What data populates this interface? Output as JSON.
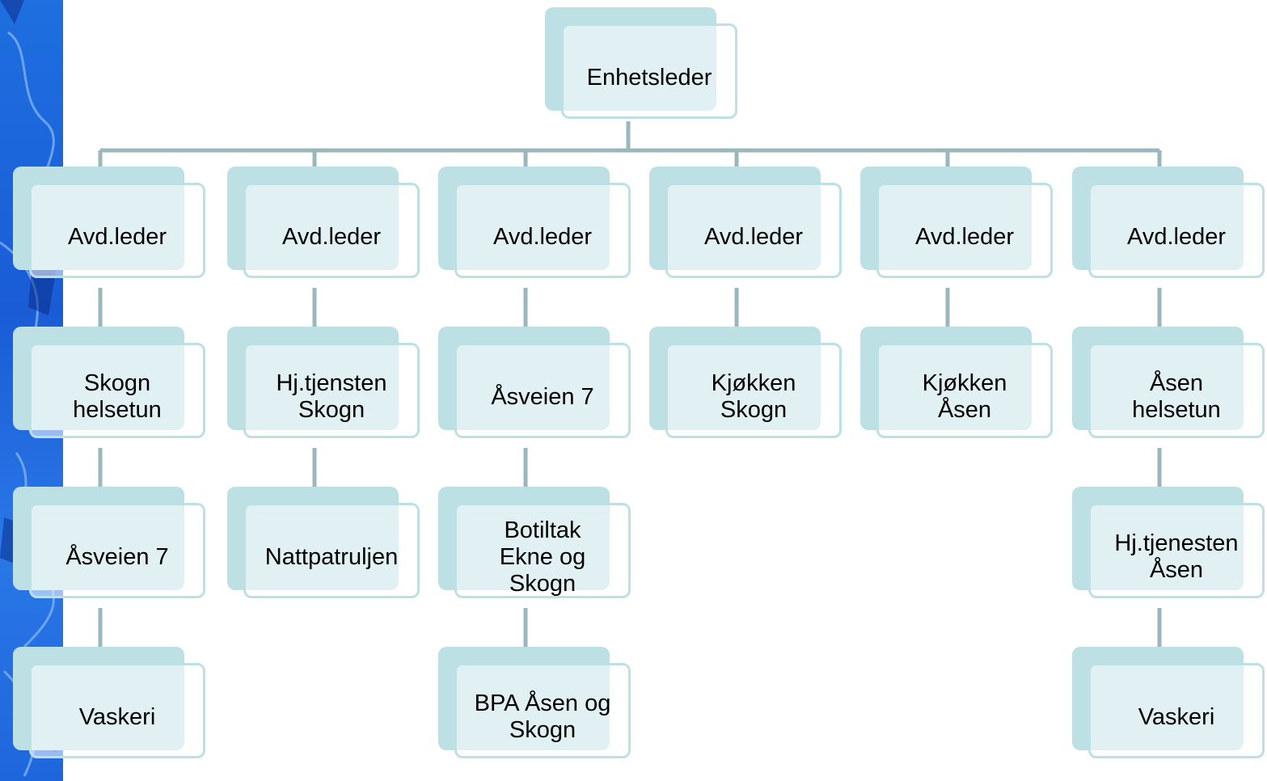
{
  "org_chart": {
    "root": {
      "label": "Enhetsleder"
    },
    "columns": [
      {
        "items": [
          "Avd.leder",
          "Skogn\nhelsetun",
          "Åsveien 7",
          "Vaskeri"
        ]
      },
      {
        "items": [
          "Avd.leder",
          "Hj.tjensten\nSkogn",
          "Nattpatruljen"
        ]
      },
      {
        "items": [
          "Avd.leder",
          "Åsveien 7",
          "Botiltak\nEkne og\nSkogn",
          "BPA Åsen og\nSkogn"
        ]
      },
      {
        "items": [
          "Avd.leder",
          "Kjøkken\nSkogn"
        ]
      },
      {
        "items": [
          "Avd.leder",
          "Kjøkken\nÅsen"
        ]
      },
      {
        "items": [
          "Avd.leder",
          "Åsen\nhelsetun",
          "Hj.tjenesten\nÅsen",
          "Vaskeri"
        ]
      }
    ]
  },
  "colors": {
    "node_fill": "#bde0e5",
    "connector": "#9ab7bb",
    "side_strip": "#1e6fe0"
  }
}
